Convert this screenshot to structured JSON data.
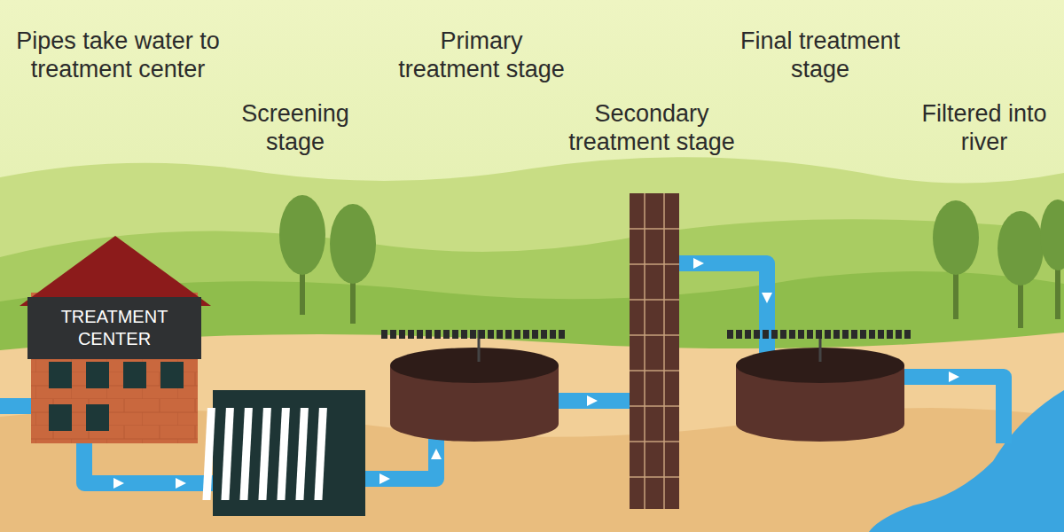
{
  "diagram": {
    "nodes": [
      {
        "text": [
          "TREATMENT CENTER"
        ]
      }
    ],
    "labels": [
      "Pipes take water to treatment center",
      "Screening stage",
      "Primary treatment stage",
      "Secondary treatment stage",
      "Final treatment stage",
      "Filtered into river"
    ]
  }
}
